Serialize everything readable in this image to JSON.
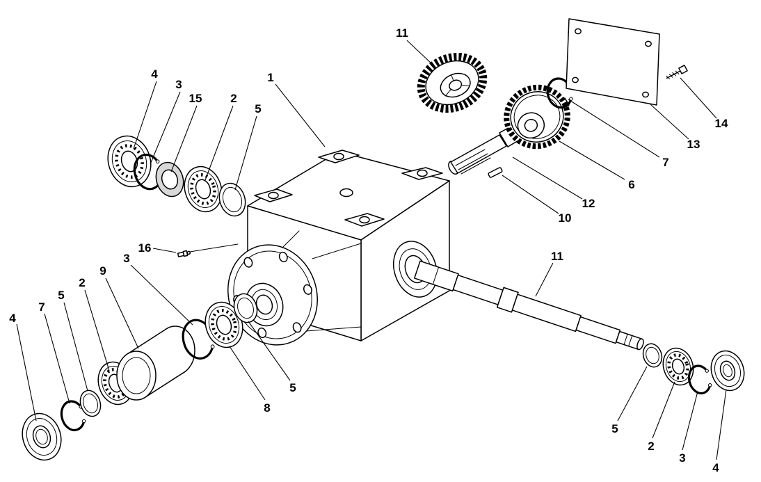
{
  "figure": {
    "kind": "exploded-parts-diagram",
    "subject": "Right-angle gearbox assembly exploded view",
    "background_color": "#ffffff",
    "line_color": "#000000"
  },
  "callouts": [
    {
      "label": "4",
      "part": "bearing-upper-left"
    },
    {
      "label": "3",
      "part": "snap-ring-upper-left"
    },
    {
      "label": "15",
      "part": "washer"
    },
    {
      "label": "2",
      "part": "bearing-upper-left-2"
    },
    {
      "label": "5",
      "part": "shim-upper-left"
    },
    {
      "label": "1",
      "part": "gearbox-housing"
    },
    {
      "label": "11",
      "part": "bevel-gear"
    },
    {
      "label": "7",
      "part": "snap-ring-input"
    },
    {
      "label": "6",
      "part": "input-gear"
    },
    {
      "label": "12",
      "part": "input-shaft"
    },
    {
      "label": "10",
      "part": "key"
    },
    {
      "label": "13",
      "part": "cover-plate"
    },
    {
      "label": "14",
      "part": "screw"
    },
    {
      "label": "16",
      "part": "grease-fitting"
    },
    {
      "label": "4",
      "part": "seal-lower-left"
    },
    {
      "label": "7",
      "part": "snap-ring-lower-left"
    },
    {
      "label": "5",
      "part": "shim-lower-left"
    },
    {
      "label": "2",
      "part": "bearing-lower-left"
    },
    {
      "label": "9",
      "part": "spacer-sleeve"
    },
    {
      "label": "3",
      "part": "snap-ring-lower-left-2"
    },
    {
      "label": "5",
      "part": "shim-at-flange"
    },
    {
      "label": "8",
      "part": "bearing-at-flange"
    },
    {
      "label": "11",
      "part": "output-shaft"
    },
    {
      "label": "5",
      "part": "shim-right-end"
    },
    {
      "label": "2",
      "part": "bearing-right-end"
    },
    {
      "label": "3",
      "part": "snap-ring-right-end"
    },
    {
      "label": "4",
      "part": "seal-right-end"
    }
  ]
}
